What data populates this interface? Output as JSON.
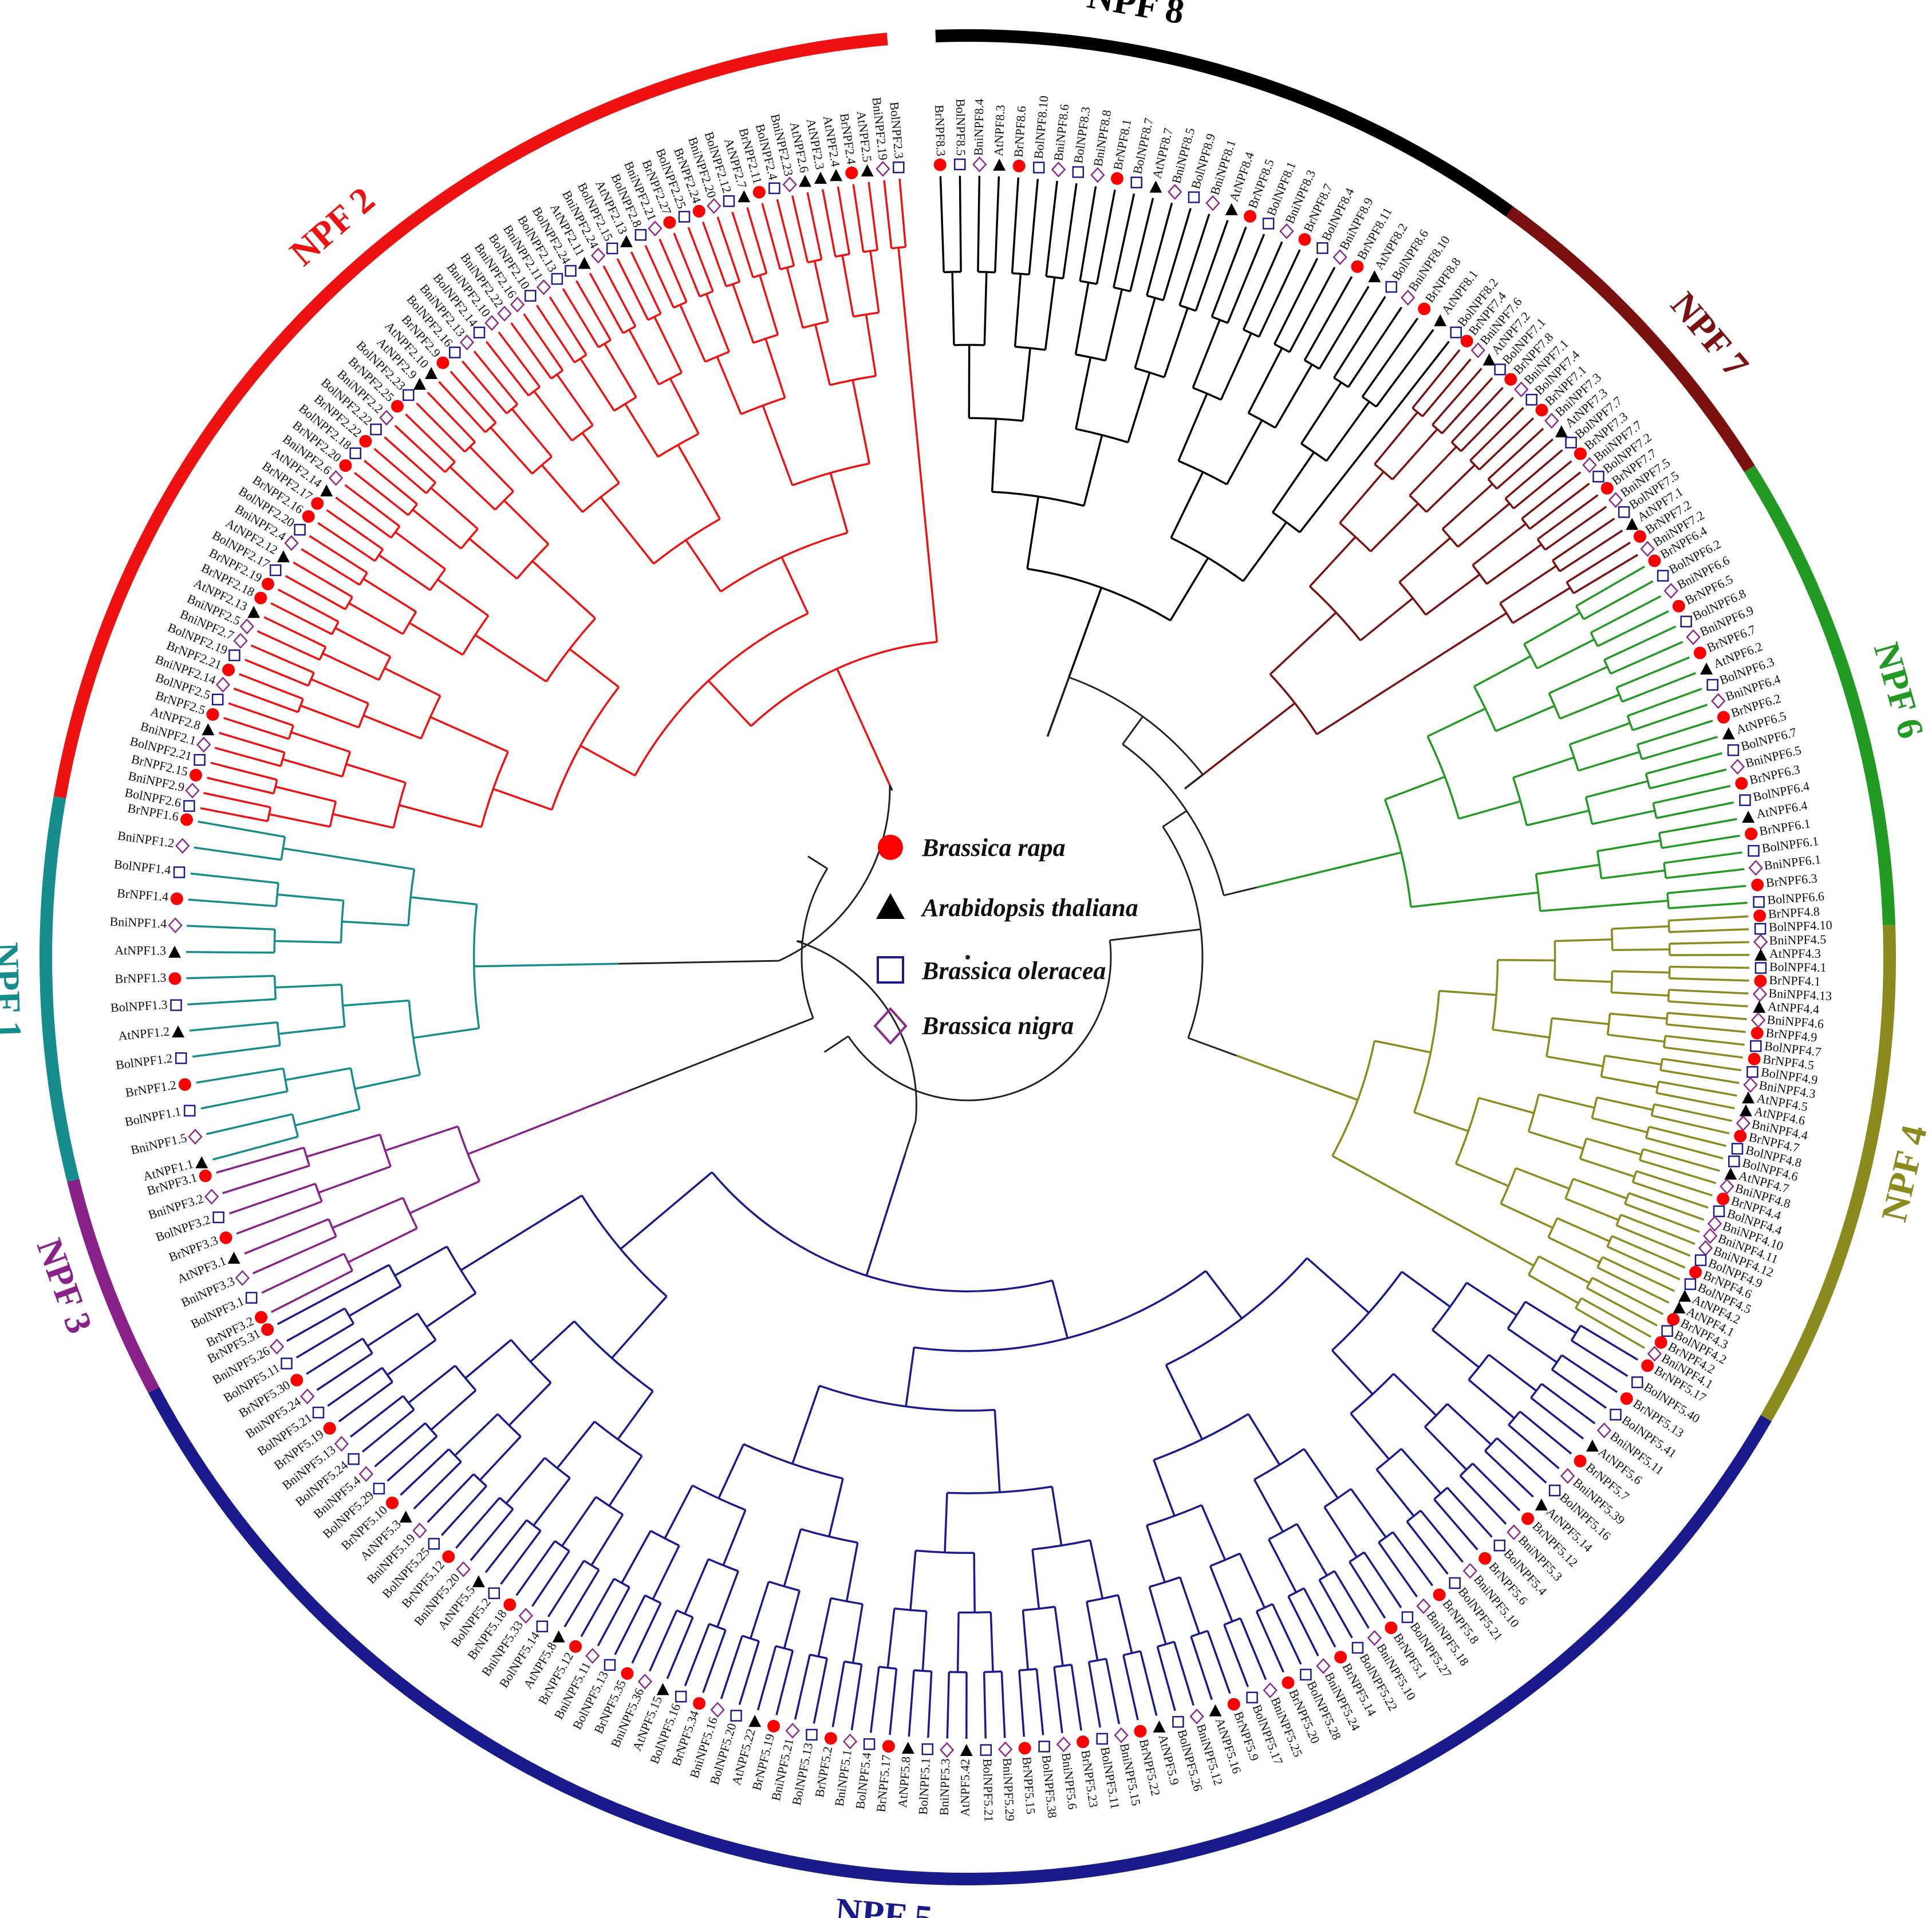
{
  "legend": [
    {
      "label": "Brassica rapa",
      "marker": "circle",
      "color": "#ff0000"
    },
    {
      "label": "Arabidopsis thaliana",
      "marker": "triangle",
      "color": "#000000"
    },
    {
      "label": "Brassica oleracea",
      "marker": "square",
      "color": "#1a1a8c"
    },
    {
      "label": "Brassica nigra",
      "marker": "diamond",
      "color": "#8b2a8b"
    }
  ],
  "clades": [
    {
      "name": "NPF 8",
      "color": "#000000",
      "leaves": [
        "BrNPF8.3",
        "BolNPF8.5",
        "BniNPF8.4",
        "AtNPF8.3",
        "BrNPF8.6",
        "BolNPF8.10",
        "BniNPF8.6",
        "BolNPF8.3",
        "BniNPF8.8",
        "BrNPF8.1",
        "BolNPF8.7",
        "AtNPF8.7",
        "BniNPF8.5",
        "BolNPF8.9",
        "BniNPF8.1",
        "AtNPF8.4",
        "BrNPF8.5",
        "BolNPF8.1",
        "BniNPF8.3",
        "BrNPF8.7",
        "BolNPF8.4",
        "BniNPF8.9",
        "BrNPF8.11",
        "AtNPF8.2",
        "BolNPF8.6",
        "BniNPF8.10",
        "BrNPF8.8",
        "AtNPF8.1",
        "BolNPF8.2"
      ]
    },
    {
      "name": "NPF 7",
      "color": "#7a1010",
      "leaves": [
        "BrNPF7.4",
        "BniNPF7.6",
        "AtNPF7.2",
        "BolNPF7.1",
        "BrNPF7.8",
        "BniNPF7.1",
        "BolNPF7.4",
        "BrNPF7.1",
        "BniNPF7.3",
        "AtNPF7.3",
        "BolNPF7.7",
        "BrNPF7.3",
        "BniNPF7.7",
        "BolNPF7.2",
        "BrNPF7.7",
        "BniNPF7.5",
        "BolNPF7.5",
        "AtNPF7.1",
        "BrNPF7.2",
        "BniNPF7.2"
      ]
    },
    {
      "name": "NPF 6",
      "color": "#229922",
      "leaves": [
        "BrNPF6.4",
        "BolNPF6.2",
        "BniNPF6.6",
        "BrNPF6.5",
        "BolNPF6.8",
        "BniNPF6.9",
        "BrNPF6.7",
        "AtNPF6.2",
        "BolNPF6.3",
        "BniNPF6.4",
        "BrNPF6.2",
        "AtNPF6.5",
        "BolNPF6.7",
        "BniNPF6.5",
        "BrNPF6.3",
        "BolNPF6.4",
        "AtNPF6.4",
        "BrNPF6.1",
        "BolNPF6.1",
        "BniNPF6.1",
        "BrNPF6.3",
        "BolNPF6.6"
      ]
    },
    {
      "name": "NPF 4",
      "color": "#8a8a1e",
      "leaves": [
        "BrNPF4.8",
        "BolNPF4.10",
        "BniNPF4.5",
        "AtNPF4.3",
        "BolNPF4.1",
        "BrNPF4.1",
        "BniNPF4.13",
        "AtNPF4.4",
        "BniNPF4.6",
        "BrNPF4.9",
        "BolNPF4.7",
        "BrNPF4.5",
        "BolNPF4.9",
        "BniNPF4.3",
        "AtNPF4.5",
        "AtNPF4.6",
        "BniNPF4.4",
        "BrNPF4.7",
        "BolNPF4.8",
        "BolNPF4.6",
        "AtNPF4.7",
        "BniNPF4.8",
        "BrNPF4.4",
        "BolNPF4.4",
        "BniNPF4.10",
        "BniNPF4.11",
        "BniNPF4.12",
        "BolNPF4.9",
        "BrNPF4.6",
        "BolNPF4.5",
        "AtNPF4.2",
        "AtNPF4.1",
        "BrNPF4.3",
        "BolNPF4.2",
        "BrNPF4.2",
        "BniNPF4.1"
      ]
    },
    {
      "name": "NPF 5",
      "color": "#1a1a8c",
      "leaves": [
        "BrNPF5.17",
        "BolNPF5.40",
        "BrNPF5.13",
        "BolNPF5.41",
        "BniNPF5.11",
        "AtNPF5.6",
        "BrNPF5.7",
        "BniNPF5.39",
        "BolNPF5.16",
        "AtNPF5.14",
        "BrNPF5.12",
        "BniNPF5.3",
        "BolNPF5.4",
        "BrNPF5.6",
        "BniNPF5.10",
        "BolNPF5.21",
        "BrNPF5.8",
        "BniNPF5.18",
        "BolNPF5.27",
        "BrNPF5.1",
        "BniNPF5.10",
        "BolNPF5.22",
        "BrNPF5.14",
        "BniNPF5.24",
        "BolNPF5.28",
        "BrNPF5.20",
        "BniNPF5.25",
        "BolNPF5.17",
        "BrNPF5.9",
        "AtNPF5.16",
        "BniNPF5.12",
        "BolNPF5.26",
        "AtNPF5.9",
        "BrNPF5.22",
        "BniNPF5.15",
        "BolNPF5.11",
        "BrNPF5.23",
        "BniNPF5.6",
        "BolNPF5.38",
        "BrNPF5.15",
        "BniNPF5.29",
        "BolNPF5.21",
        "AtNPF5.42",
        "BniNPF5.3",
        "BolNPF5.1",
        "AtNPF5.8",
        "BrNPF5.17",
        "BolNPF5.4",
        "BniNPF5.1",
        "BrNPF5.2",
        "BolNPF5.13",
        "BniNPF5.21",
        "BrNPF5.19",
        "AtNPF5.22",
        "BolNPF5.20",
        "BniNPF5.16",
        "BrNPF5.34",
        "BolNPF5.16",
        "AtNPF5.15",
        "BniNPF5.36",
        "BrNPF5.35",
        "BolNPF5.13",
        "BniNPF5.11",
        "BrNPF5.12",
        "AtNPF5.8",
        "BolNPF5.14",
        "BniNPF5.33",
        "BrNPF5.18",
        "BolNPF5.2",
        "AtNPF5.5",
        "BniNPF5.20",
        "BrNPF5.12",
        "BolNPF5.25",
        "BniNPF5.19",
        "AtNPF5.3",
        "BrNPF5.10",
        "BolNPF5.29",
        "BniNPF5.4",
        "BolNPF5.24",
        "BniNPF5.13",
        "BrNPF5.19",
        "BolNPF5.21",
        "BniNPF5.24",
        "BrNPF5.30",
        "BolNPF5.11",
        "BniNPF5.26",
        "BrNPF5.31"
      ]
    },
    {
      "name": "NPF 3",
      "color": "#882288",
      "leaves": [
        "BrNPF3.2",
        "BolNPF3.1",
        "BniNPF3.3",
        "AtNPF3.1",
        "BrNPF3.3",
        "BolNPF3.2",
        "BniNPF3.2",
        "BrNPF3.1"
      ]
    },
    {
      "name": "NPF 1",
      "color": "#168c8c",
      "leaves": [
        "AtNPF1.1",
        "BniNPF1.5",
        "BolNPF1.1",
        "BrNPF1.2",
        "BolNPF1.2",
        "AtNPF1.2",
        "BolNPF1.3",
        "BrNPF1.3",
        "AtNPF1.3",
        "BniNPF1.4",
        "BrNPF1.4",
        "BolNPF1.4",
        "BniNPF1.2",
        "BrNPF1.6"
      ]
    },
    {
      "name": "NPF 2",
      "color": "#ee1111",
      "leaves": [
        "BolNPF2.6",
        "BniNPF2.9",
        "BrNPF2.15",
        "BolNPF2.21",
        "BniNPF2.1",
        "AtNPF2.8",
        "BrNPF2.5",
        "BolNPF2.5",
        "BniNPF2.14",
        "BrNPF2.21",
        "BolNPF2.19",
        "BniNPF2.7",
        "BniNPF2.5",
        "AtNPF2.13",
        "BrNPF2.18",
        "BrNPF2.19",
        "BolNPF2.17",
        "AtNPF2.12",
        "BniNPF2.4",
        "BolNPF2.20",
        "BrNPF2.16",
        "BrNPF2.17",
        "AtNPF2.14",
        "BniNPF2.6",
        "BrNPF2.20",
        "BolNPF2.18",
        "BrNPF2.22",
        "BolNPF2.22",
        "BniNPF2.2",
        "BrNPF2.25",
        "BolNPF2.23",
        "AtNPF2.9",
        "AtNPF2.10",
        "BrNPF2.9",
        "BolNPF2.16",
        "BniNPF2.13",
        "BolNPF2.14",
        "BniNPF2.10",
        "BniNPF2.22",
        "BniNPF2.16",
        "BolNPF2.10",
        "BniNPF2.11",
        "BolNPF2.13",
        "BolNPF2.24",
        "AtNPF2.11",
        "BniNPF2.24",
        "BolNPF2.15",
        "AtNPF2.13",
        "BolNPF2.8",
        "BniNPF2.21",
        "BrNPF2.27",
        "BolNPF2.25",
        "BrNPF2.24",
        "BniNPF2.20",
        "BolNPF2.12",
        "AtNPF2.7",
        "BrNPF2.11",
        "BolNPF2.4",
        "BniNPF2.23",
        "AtNPF2.6",
        "AtNPF2.3",
        "AtNPF2.4",
        "BrNPF2.4",
        "AtNPF2.5",
        "BniNPF2.19",
        "BolNPF2.3"
      ]
    }
  ]
}
